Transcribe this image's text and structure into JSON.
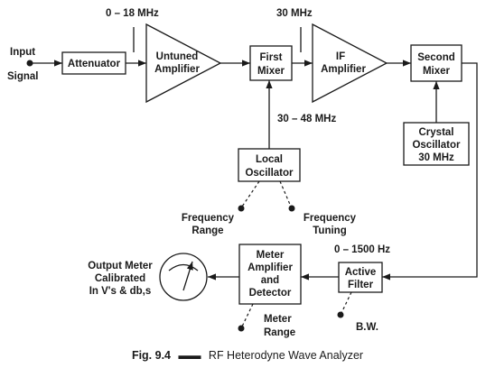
{
  "input": {
    "line1": "Input",
    "line2": "Signal"
  },
  "attenuator": {
    "label": "Attenuator"
  },
  "untuned_amp": {
    "line1": "Untuned",
    "line2": "Amplifier"
  },
  "freq_in": "0 – 18 MHz",
  "first_mixer": {
    "line1": "First",
    "line2": "Mixer"
  },
  "freq_if": "30 MHz",
  "if_amp": {
    "line1": "IF",
    "line2": "Amplifier"
  },
  "second_mixer": {
    "line1": "Second",
    "line2": "Mixer"
  },
  "freq_lo": "30 – 48 MHz",
  "crystal": {
    "line1": "Crystal",
    "line2": "Oscillator",
    "line3": "30 MHz"
  },
  "local_osc": {
    "line1": "Local",
    "line2": "Oscillator"
  },
  "freq_range": {
    "line1": "Frequency",
    "line2": "Range"
  },
  "freq_tuning": {
    "line1": "Frequency",
    "line2": "Tuning"
  },
  "freq_filter": "0 – 1500 Hz",
  "active_filter": {
    "line1": "Active",
    "line2": "Filter"
  },
  "bw": "B.W.",
  "meter_amp": {
    "line1": "Meter",
    "line2": "Amplifier",
    "line3": "and",
    "line4": "Detector"
  },
  "meter_range": {
    "line1": "Meter",
    "line2": "Range"
  },
  "output_meter": {
    "line1": "Output Meter",
    "line2": "Calibrated",
    "line3": "In V's & db,s"
  },
  "caption": {
    "fig": "Fig. 9.4",
    "title": "RF Heterodyne Wave Analyzer"
  }
}
